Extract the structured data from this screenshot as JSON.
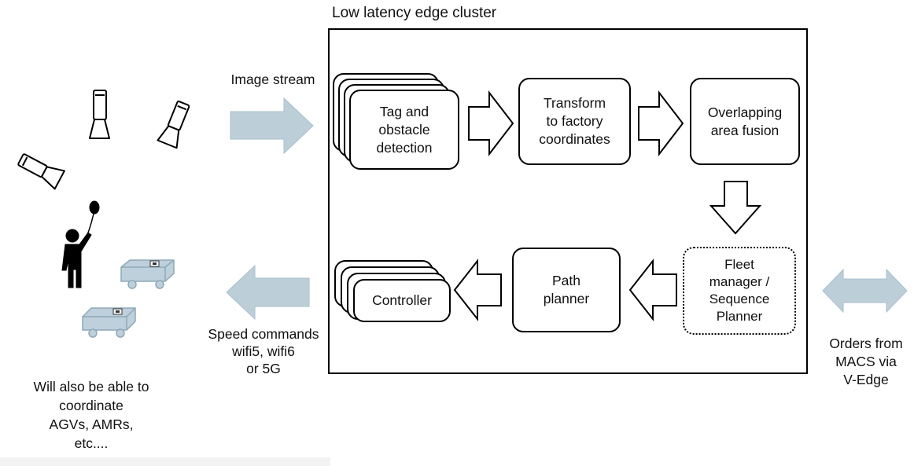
{
  "cluster": {
    "title": "Low latency edge cluster"
  },
  "labels": {
    "image_stream": "Image stream",
    "speed_commands": "Speed commands\nwifi5, wifi6\nor 5G",
    "coordinate_note": "Will also be able to\ncoordinate\nAGVs, AMRs,\netc....",
    "orders": "Orders from\nMACS via\nV-Edge"
  },
  "boxes": {
    "detection": "Tag and\nobstacle\ndetection",
    "transform": "Transform\nto factory\ncoordinates",
    "fusion": "Overlapping\narea fusion",
    "fleet": "Fleet\nmanager /\nSequence\nPlanner",
    "path": "Path\nplanner",
    "controller": "Controller"
  },
  "colors": {
    "blue_arrow": "#bccfd9",
    "blue_arrow_stroke": "#a9bfcc",
    "vehicle": "#bdd0db",
    "vehicle_stroke": "#8fa8b8"
  }
}
